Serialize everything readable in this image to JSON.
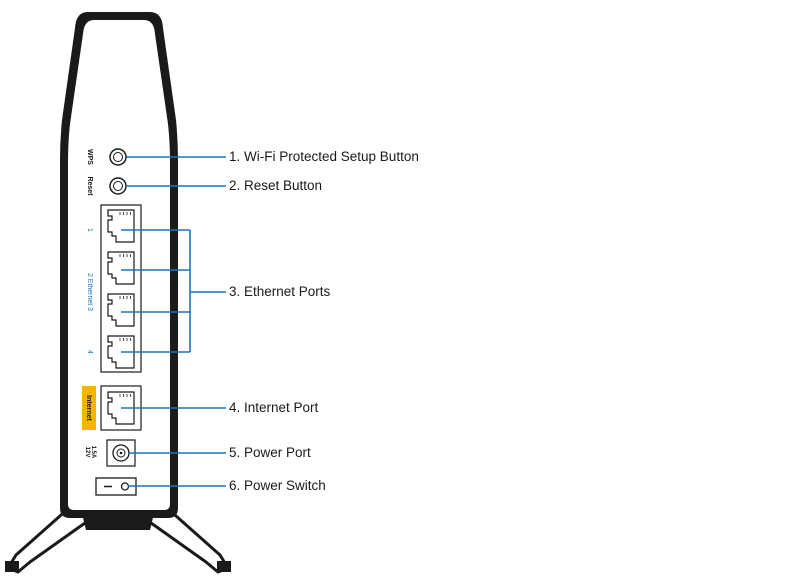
{
  "device": {
    "labels": {
      "wps": "WPS",
      "reset": "Reset",
      "port_1": "1",
      "ethernet_group": "2 Ethernet 3",
      "port_4": "4",
      "internet": "Internet",
      "power_rating_line1": "12V",
      "power_rating_line2": "1.5A"
    },
    "colors": {
      "body": "#ffffff",
      "outline": "#1a1a1a",
      "internet_tag": "#f5b400",
      "ethernet_label": "#1e73be",
      "callout_line": "#1e73be"
    }
  },
  "callouts": [
    {
      "number": 1,
      "label": "1. Wi-Fi Protected Setup Button"
    },
    {
      "number": 2,
      "label": "2. Reset Button"
    },
    {
      "number": 3,
      "label": "3. Ethernet Ports"
    },
    {
      "number": 4,
      "label": "4. Internet Port"
    },
    {
      "number": 5,
      "label": "5. Power Port"
    },
    {
      "number": 6,
      "label": "6. Power Switch"
    }
  ]
}
